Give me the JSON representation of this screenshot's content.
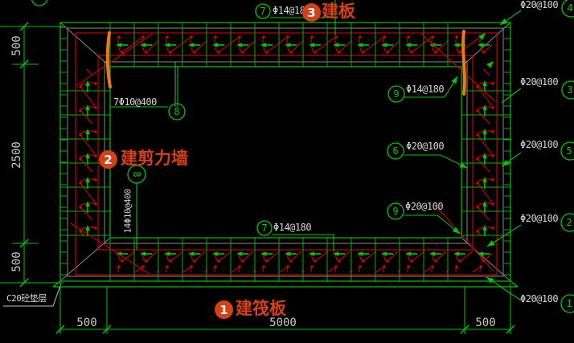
{
  "colors": {
    "background": "#000000",
    "line_green": "#00C800",
    "line_red": "#C40000",
    "line_gray": "#9A9A9A",
    "line_orange": "#F07818",
    "annotation_orange": "#D54016",
    "text_gray": "#D6D6D6"
  },
  "badges": [
    {
      "number": "1",
      "label": "建筏板"
    },
    {
      "number": "2",
      "label": "建剪力墙"
    },
    {
      "number": "3",
      "label": "建板"
    }
  ],
  "dims": {
    "left": [
      "500",
      "2500",
      "500"
    ],
    "bottom": [
      "500",
      "5000",
      "500"
    ]
  },
  "rebar_callouts": {
    "top": {
      "bubble": "7",
      "text": "Φ14@180"
    },
    "top_left": {
      "bubble": "8",
      "text": "7Φ10@400"
    },
    "wall_vertical": {
      "bubble": "8",
      "text": "14Φ10@400"
    },
    "bottom": {
      "bubble": "7",
      "text": "Φ14@180"
    },
    "corner_top_right": {
      "bubble": "9",
      "text": "Φ14@180"
    },
    "right_inner_mid": {
      "bubble": "6",
      "text": "Φ20@100"
    },
    "corner_bottom_right": {
      "bubble": "9",
      "text": "Φ20@100"
    },
    "right_edge": [
      {
        "bubble": "4",
        "text": "Φ20@100"
      },
      {
        "bubble": "3",
        "text": "Φ20@100"
      },
      {
        "bubble": "5",
        "text": "Φ20@100"
      },
      {
        "bubble": "2",
        "text": "Φ20@100"
      },
      {
        "bubble": "1",
        "text": "Φ20@100"
      }
    ]
  },
  "notes": {
    "cushion": "C20砼垫层"
  }
}
